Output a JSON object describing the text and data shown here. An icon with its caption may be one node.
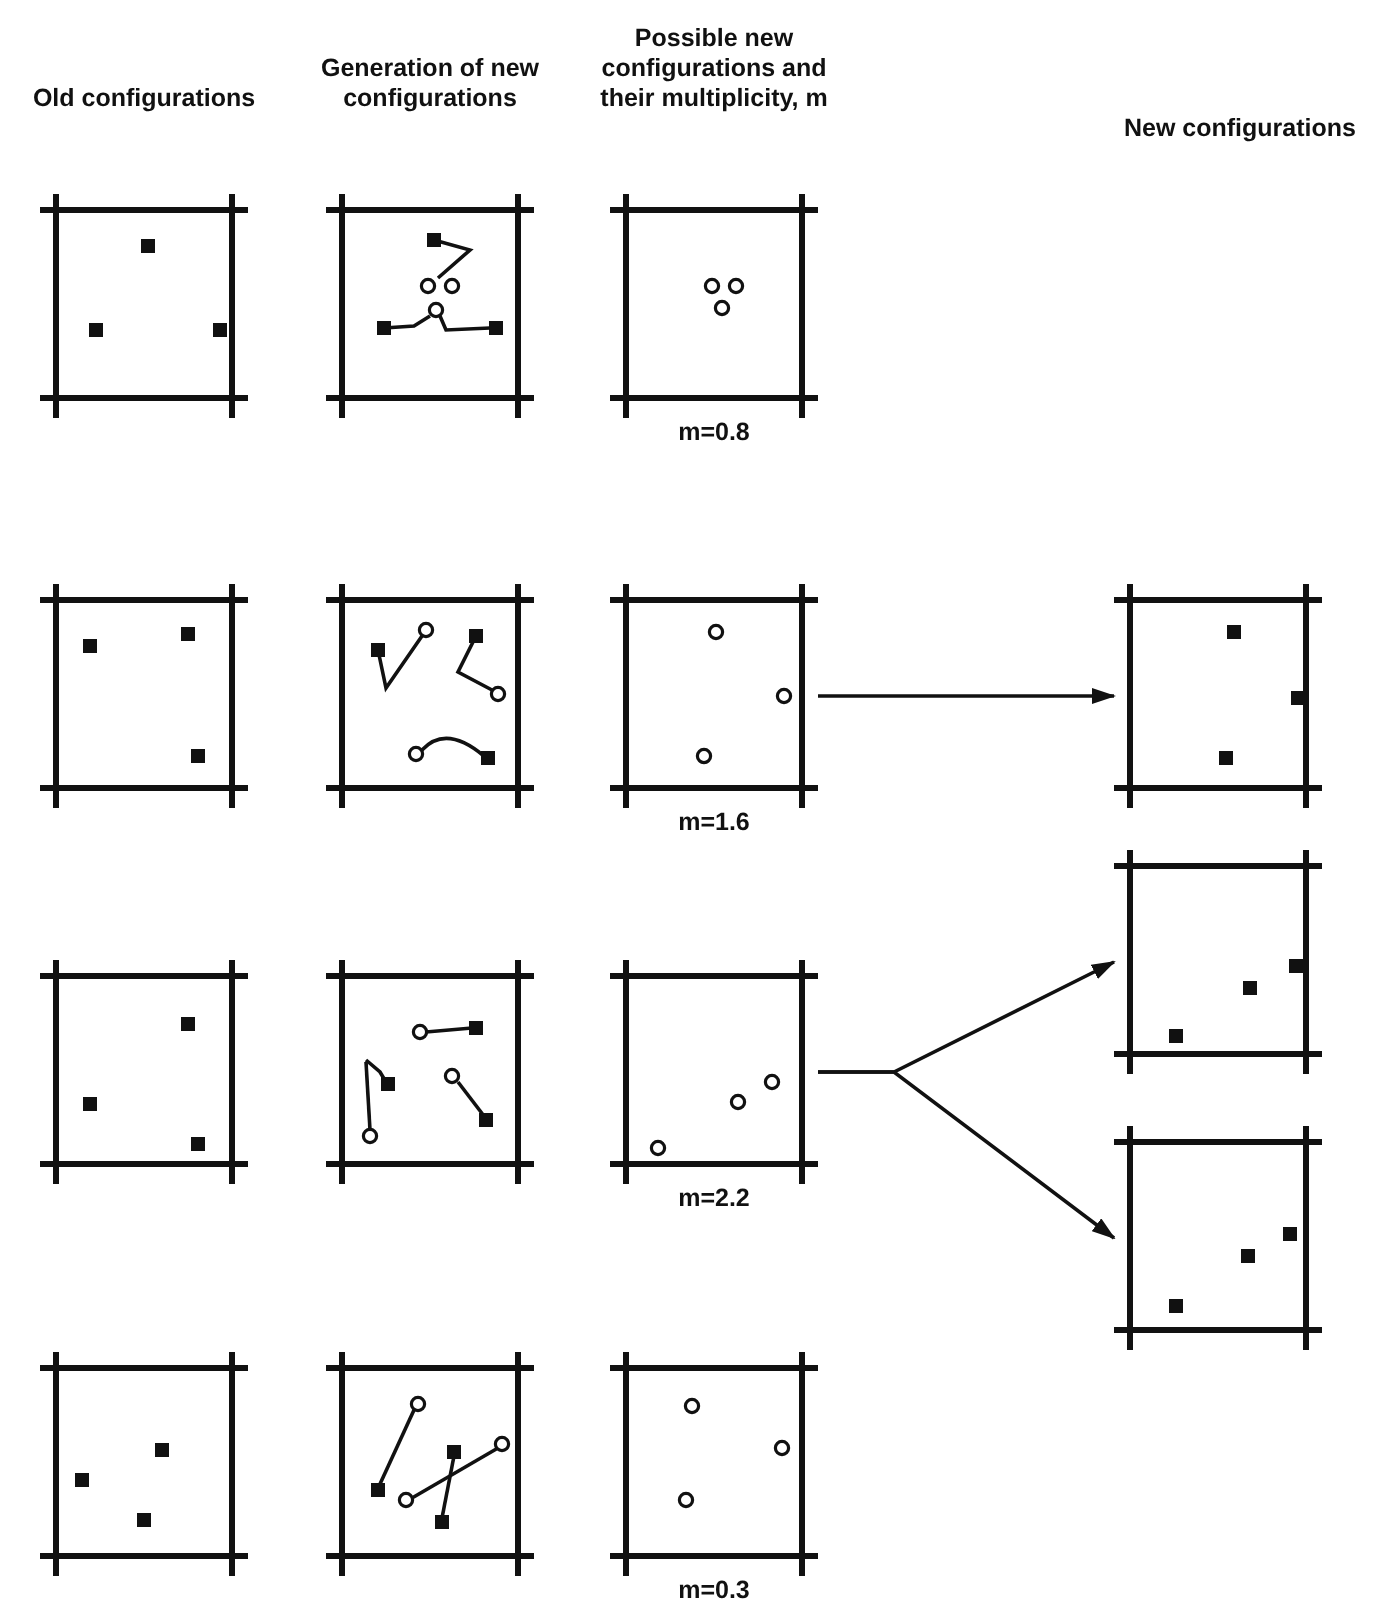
{
  "diagram": {
    "nodes": [
      {
        "text": [],
        "shape": "box"
      },
      {
        "text": [],
        "shape": "box"
      },
      {
        "text": [],
        "shape": "box",
        "beside": [
          "m=0.8"
        ]
      },
      {
        "text": [],
        "shape": "box"
      },
      {
        "text": [],
        "shape": "box"
      },
      {
        "text": [],
        "shape": "box",
        "beside": [
          "m=1.6"
        ]
      },
      {
        "text": [],
        "shape": "box"
      },
      {
        "text": [],
        "shape": "box"
      },
      {
        "text": [],
        "shape": "box"
      },
      {
        "text": [],
        "shape": "box",
        "beside": [
          "m=2.2"
        ]
      },
      {
        "text": [],
        "shape": "box"
      },
      {
        "text": [],
        "shape": "box"
      },
      {
        "text": [],
        "shape": "box"
      },
      {
        "text": [],
        "shape": "box"
      },
      {
        "text": [],
        "shape": "box",
        "beside": [
          "m=0.3"
        ]
      }
    ],
    "edges": [
      {
        "from": 5,
        "to": 6,
        "arrow": "to"
      },
      {
        "from": 9,
        "to": 10,
        "arrow": "to"
      },
      {
        "from": 9,
        "to": 11,
        "arrow": "to"
      }
    ],
    "labels": [
      "Old configurations",
      "Generation of new configurations",
      "Possible new configurations and their multiplicity, m",
      "New configurations"
    ]
  }
}
